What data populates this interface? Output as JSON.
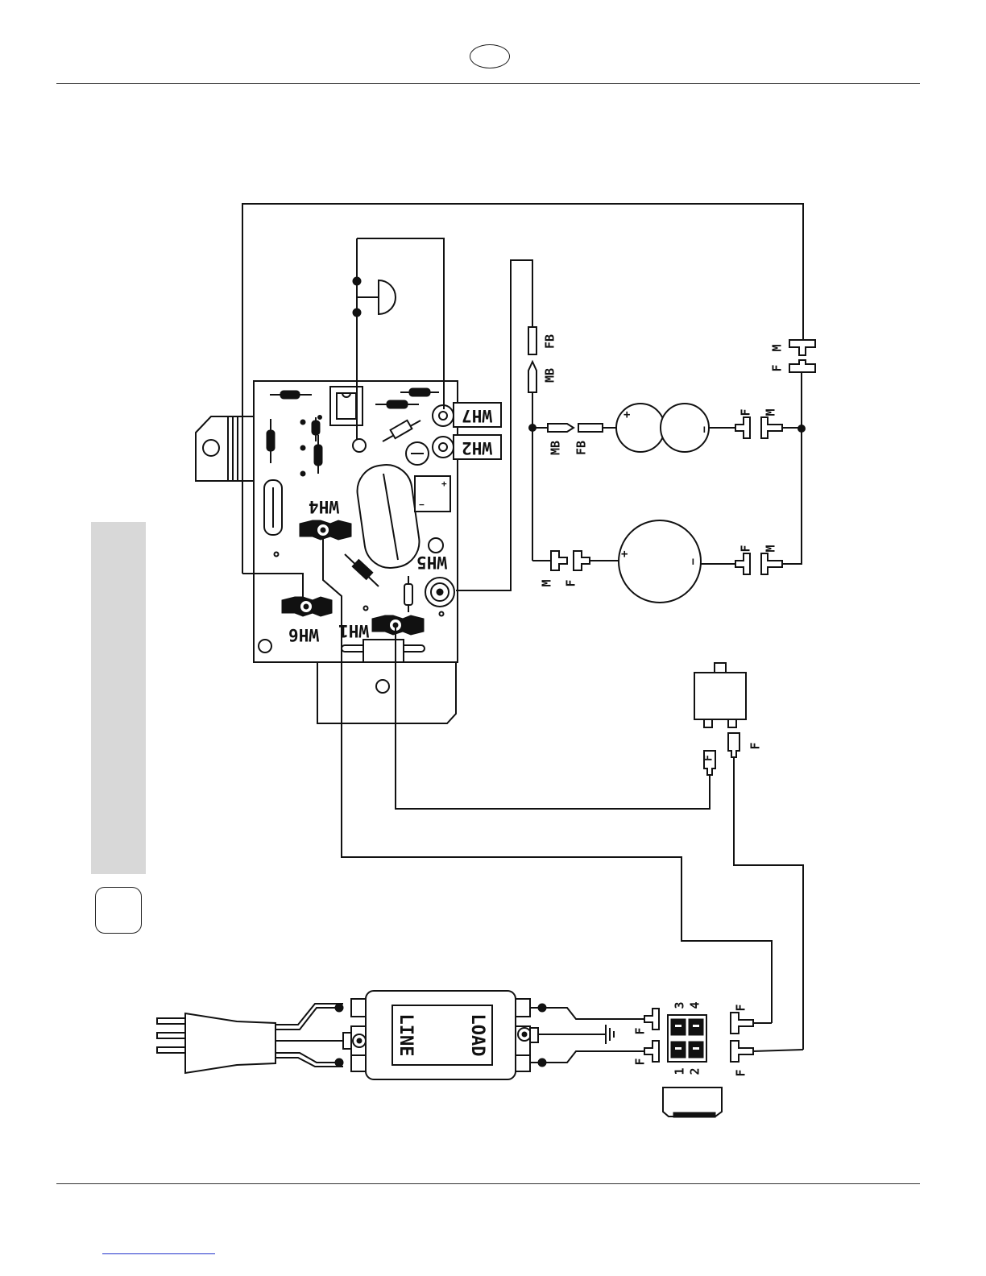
{
  "board": {
    "terminals": {
      "wh1": "WH1",
      "wh2": "WH2",
      "wh4": "WH4",
      "wh5": "WH5",
      "wh6": "WH6",
      "wh7": "WH7"
    }
  },
  "connectors": {
    "fb": "FB",
    "mb": "MB",
    "f": "F",
    "m": "M"
  },
  "polarity": {
    "plus": "+",
    "minus": "−"
  },
  "filter": {
    "line_label": "LINE",
    "load_label": "LOAD"
  },
  "switch": {
    "pins": [
      "1",
      "2",
      "3",
      "4"
    ]
  },
  "colors": {
    "line": "#111111",
    "tab_gray": "#d8d8d8",
    "link_blue": "#2233cc"
  }
}
